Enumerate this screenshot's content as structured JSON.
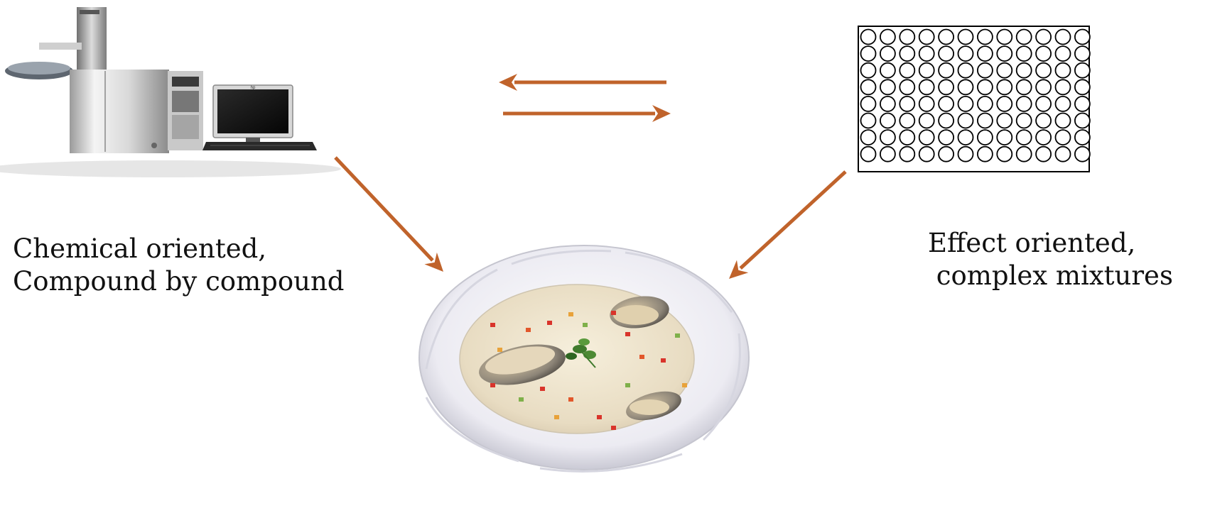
{
  "labels": {
    "left_line1": "Chemical oriented,",
    "left_line2": "Compound by compound",
    "right_line1": "Effect oriented,",
    "right_line2": " complex mixtures"
  },
  "icons": {
    "instrument": "gc-ms-instrument-icon",
    "plate": "96-well-plate-icon",
    "food": "clam-chowder-bowl-icon"
  },
  "colors": {
    "arrow": "#C0632B",
    "well_stroke": "#000000"
  },
  "plate": {
    "rows": 8,
    "cols": 12
  },
  "brand": {
    "monitor": "hp"
  }
}
